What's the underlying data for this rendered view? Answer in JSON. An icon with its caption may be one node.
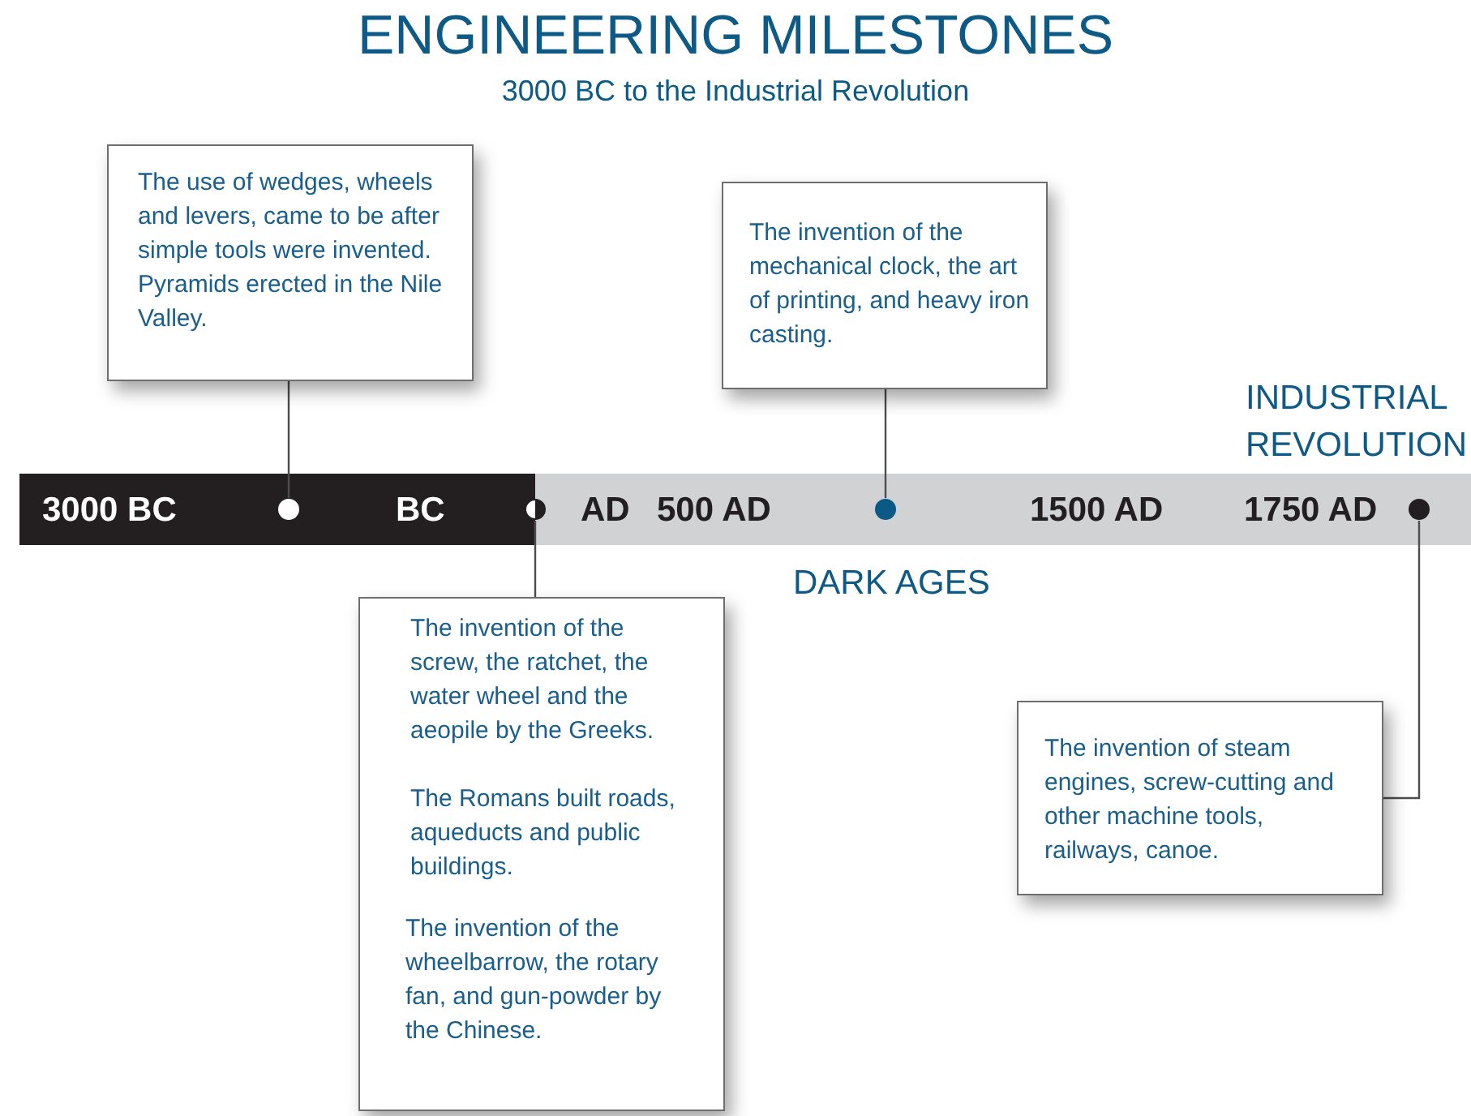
{
  "diagram": {
    "title": "ENGINEERING MILESTONES",
    "caption": "3000 BC to the Industrial Revolution",
    "nodes": [
      {
        "text": [
          "The use of wedges, wheels and levers, came to be after simple tools were invented. Pyramids erected in the Nile Valley."
        ]
      },
      {
        "text": [
          "The invention of the mechanical clock, the art of printing, and heavy iron casting."
        ]
      },
      {
        "text": [],
        "shape": "circle"
      },
      {
        "text": [],
        "shape": "circle"
      },
      {
        "text": [],
        "shape": "circle"
      },
      {
        "text": [],
        "shape": "circle"
      },
      {
        "text": [
          "The invention of the screw, the ratchet, the water wheel and the aeopile by the Greeks.",
          "The Romans built roads, aqueducts and public buildings.",
          "The invention of the wheelbarrow, the rotary fan, and gun-powder by the Chinese."
        ]
      },
      {
        "text": [
          "The invention of steam engines, screw-cutting and other machine tools, railways, canoe."
        ]
      }
    ],
    "edges": [
      {
        "from": 0,
        "to": 2,
        "arrow": "none"
      },
      {
        "from": 1,
        "to": 4,
        "arrow": "none"
      },
      {
        "from": 6,
        "to": 3,
        "arrow": "none"
      },
      {
        "from": 7,
        "to": 5,
        "arrow": "none"
      }
    ],
    "labels": [
      "INDUSTRIAL REVOLUTION",
      "3000 BC",
      "BC",
      "AD",
      "500 AD",
      "1500 AD",
      "1750 AD",
      "DARK AGES"
    ]
  }
}
